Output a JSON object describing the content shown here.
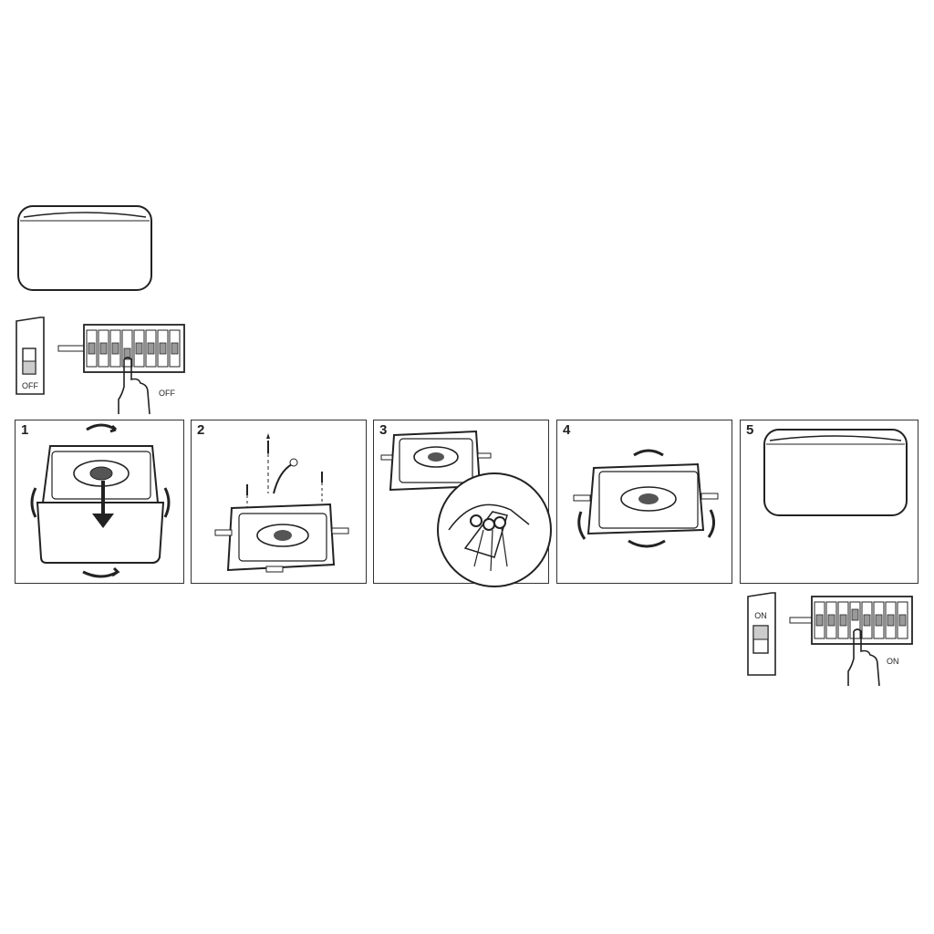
{
  "switch_off": {
    "label": "OFF",
    "hand_label": "OFF"
  },
  "switch_on": {
    "label": "ON",
    "hand_label": "ON"
  },
  "steps": [
    {
      "number": "1"
    },
    {
      "number": "2"
    },
    {
      "number": "3"
    },
    {
      "number": "4"
    },
    {
      "number": "5"
    }
  ],
  "colors": {
    "line": "#222222",
    "background": "#ffffff"
  }
}
